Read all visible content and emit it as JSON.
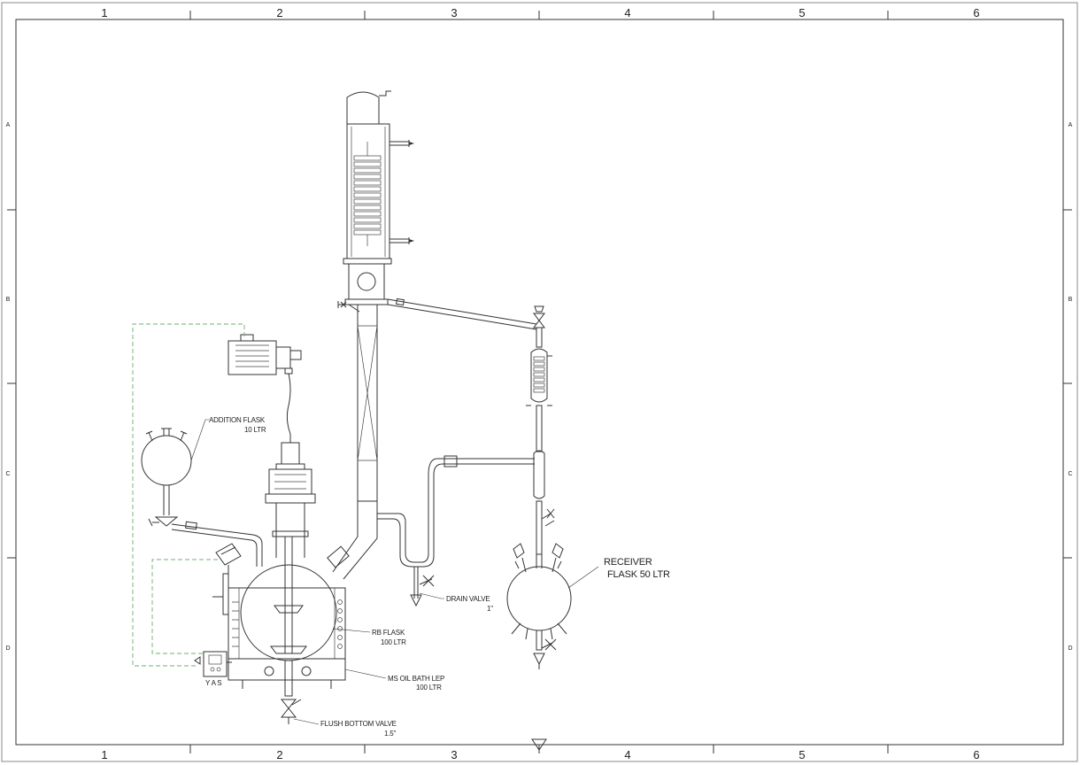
{
  "sheet": {
    "column_labels": [
      "1",
      "2",
      "3",
      "4",
      "5",
      "6"
    ],
    "row_labels": [
      "A",
      "B",
      "C",
      "D"
    ]
  },
  "callouts": {
    "addition_flask": [
      "ADDITION FLASK",
      "10 LTR"
    ],
    "rb_flask": [
      "RB FLASK",
      "100 LTR"
    ],
    "oil_bath": [
      "MS OIL BATH LEP",
      "100 LTR"
    ],
    "flush_valve": [
      "FLUSH BOTTOM VALVE",
      "1.5\""
    ],
    "drain_valve": [
      "DRAIN VALVE",
      "1\""
    ],
    "receiver": [
      "RECEIVER",
      "FLASK 50 LTR"
    ],
    "control_panel": "Y A S"
  },
  "colors": {
    "line": "#333333",
    "signal": "#6fb06f",
    "border": "#555555"
  }
}
